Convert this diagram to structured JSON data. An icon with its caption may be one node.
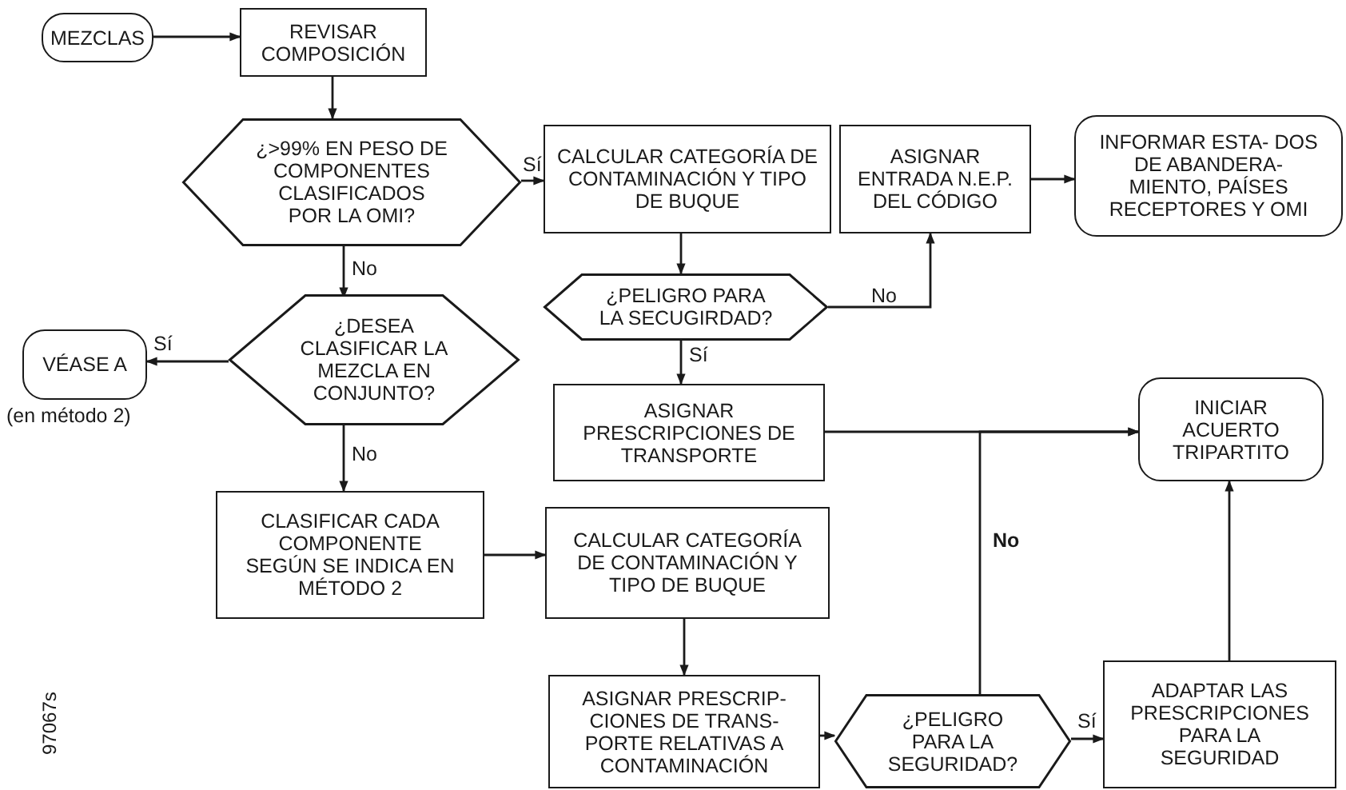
{
  "diagram": {
    "nodes": [
      {
        "text": [
          "MEZCLAS"
        ]
      },
      {
        "text": [
          "REVISAR COMPOSICIÓN"
        ]
      },
      {
        "text": [
          "¿>99%  EN PESO DE COMPONENTES CLASIFICADOS POR LA OMI?"
        ]
      },
      {
        "text": [
          "CALCULAR CATEGORÍA DE CONTAMINACIÓN Y TIPO DE BUQUE"
        ]
      },
      {
        "text": [
          "ASIGNAR ENTRADA N.E.P. DEL CÓDIGO"
        ]
      },
      {
        "text": [
          "INFORMAR ESTA- DOS DE ABANDERA- MIENTO, PAÍSES RECEPTORES Y OMI"
        ]
      },
      {
        "text": [
          "¿PELIGRO PARA LA SECUGIRDAD?"
        ]
      },
      {
        "text": [
          "¿DESEA CLASIFICAR LA MEZCLA EN CONJUNTO?"
        ]
      },
      {
        "text": [
          "VÉASE A"
        ],
        "beside": [
          "(en método 2)"
        ]
      },
      {
        "text": [
          "ASIGNAR PRESCRIPCIONES DE TRANSPORTE"
        ]
      },
      {
        "text": [
          "INICIAR ACUERTO TRIPARTITO"
        ]
      },
      {
        "text": [
          "CLASIFICAR CADA COMPONENTE SEGÚN SE INDICA EN MÉTODO 2"
        ]
      },
      {
        "text": [
          "CALCULAR CATEGORÍA DE CONTAMINACIÓN Y TIPO DE BUQUE"
        ]
      },
      {
        "text": [
          "ASIGNAR PRESCRIP- CIONES DE TRANS- PORTE RELATIVAS A CONTAMINACIÓN"
        ]
      },
      {
        "text": [
          "¿PELIGRO PARA LA SEGURIDAD?"
        ]
      },
      {
        "text": [
          "ADAPTAR LAS PRESCRIPCIONES PARA LA SEGURIDAD"
        ]
      }
    ],
    "edges": [
      {
        "from": 0,
        "to": 1,
        "arrow": "to"
      },
      {
        "from": 1,
        "to": 2,
        "arrow": "to"
      },
      {
        "from": 2,
        "to": 3,
        "arrow": "to",
        "label": "Sí"
      },
      {
        "from": 2,
        "to": 7,
        "arrow": "to",
        "label": "No"
      },
      {
        "from": 3,
        "to": 6,
        "arrow": "to"
      },
      {
        "from": 6,
        "to": 4,
        "arrow": "to",
        "label": "No"
      },
      {
        "from": 6,
        "to": 9,
        "arrow": "to",
        "label": "Sí"
      },
      {
        "from": 4,
        "to": 5,
        "arrow": "to"
      },
      {
        "from": 7,
        "to": 8,
        "arrow": "to",
        "label": "Sí"
      },
      {
        "from": 7,
        "to": 11,
        "arrow": "to",
        "label": "No"
      },
      {
        "from": 9,
        "to": 10,
        "arrow": "to"
      },
      {
        "from": 11,
        "to": 12,
        "arrow": "to"
      },
      {
        "from": 12,
        "to": 13,
        "arrow": "to"
      },
      {
        "from": 13,
        "to": 14,
        "arrow": "to"
      },
      {
        "from": 14,
        "to": 10,
        "arrow": "to",
        "label": "No"
      },
      {
        "from": 14,
        "to": 15,
        "arrow": "to",
        "label": "Sí"
      },
      {
        "from": 15,
        "to": 10,
        "arrow": "to"
      }
    ],
    "labels": [
      "97067s"
    ]
  }
}
